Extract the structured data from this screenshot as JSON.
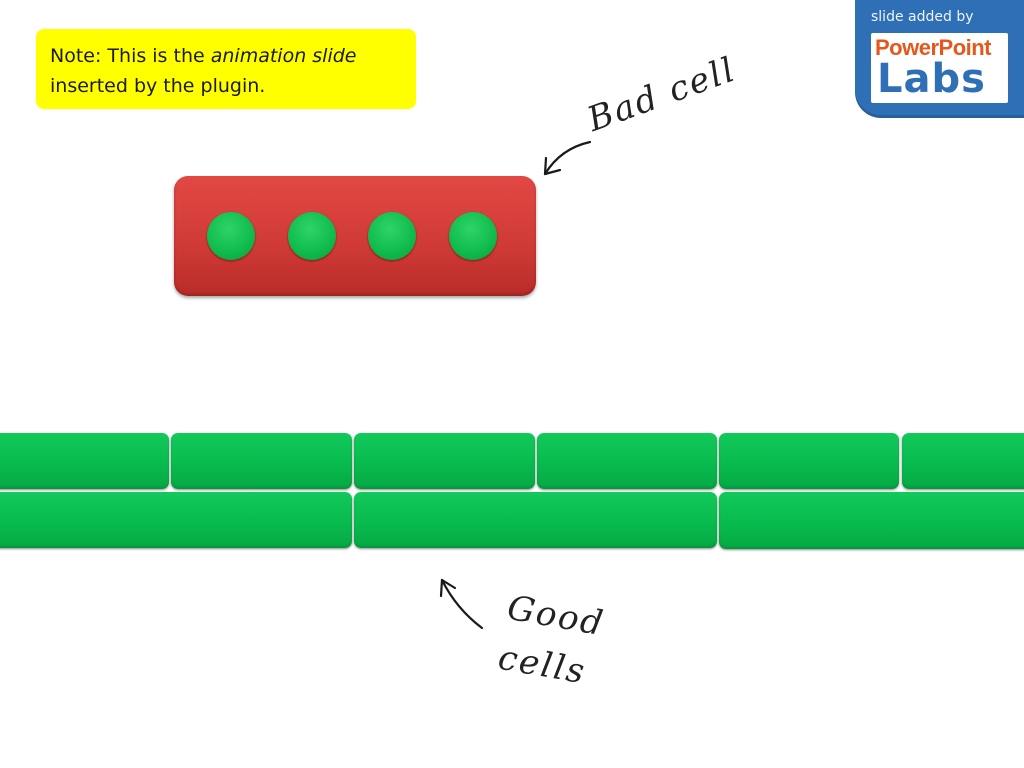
{
  "note": {
    "prefix": "Note: This is the ",
    "emphasis": "animation slide",
    "line2": "inserted by the plugin."
  },
  "badge": {
    "top_text": "slide added by",
    "brand_line1": "PowerPoint",
    "brand_line2": "Labs"
  },
  "annotations": {
    "bad_label": "Bad cell",
    "good_line1": "Good",
    "good_line2": "cells"
  },
  "colors": {
    "note_bg": "#ffff00",
    "bad_cell": "#d63e3a",
    "good_cell": "#0abf52",
    "badge_blue": "#2f6fb5",
    "brand_orange": "#e6571d"
  },
  "bad_cell": {
    "dot_count": 4
  },
  "good_cells": {
    "top_row_count": 6,
    "bottom_row_count": 3
  }
}
